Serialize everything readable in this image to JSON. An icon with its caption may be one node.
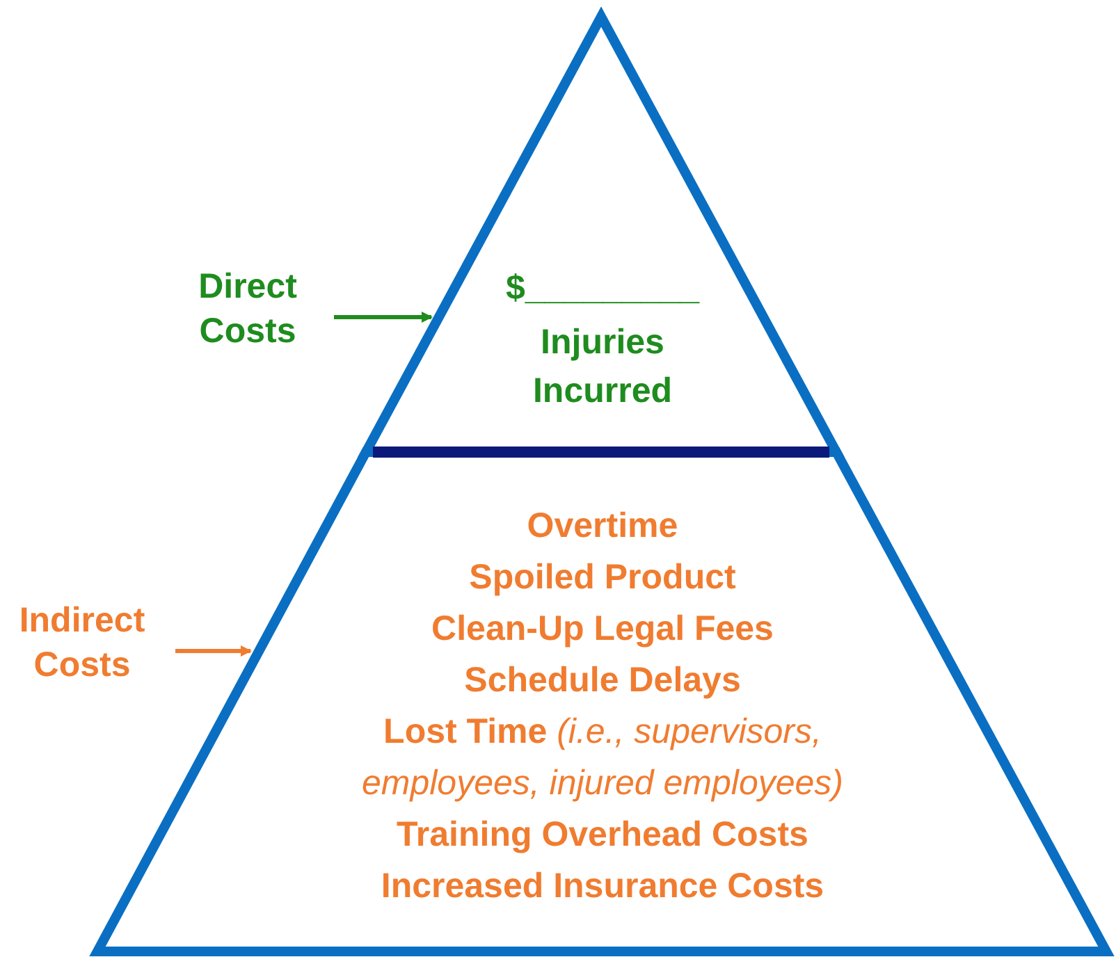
{
  "diagram": {
    "nodes": [
      {
        "text": [
          "Direct Costs"
        ]
      },
      {
        "text": [
          "$_________",
          "Injuries Incurred"
        ]
      },
      {
        "text": [
          "Indirect Costs"
        ]
      },
      {
        "text": [
          "Overtime",
          "Spoiled Product",
          "Clean-Up Legal Fees",
          "Schedule Delays",
          "Lost Time *(i.e., supervisors, employees, injured employees)*",
          "Training Overhead Costs",
          "Increased Insurance Costs"
        ]
      }
    ],
    "edges": [
      {
        "from": 0,
        "to": 1,
        "arrow": "to",
        "color": "#1e8c1e"
      },
      {
        "from": 2,
        "to": 3,
        "arrow": "to",
        "color": "#f07c30"
      }
    ]
  }
}
